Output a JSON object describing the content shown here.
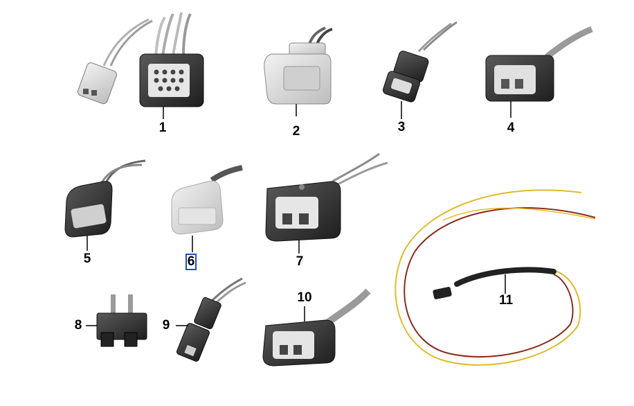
{
  "diagram": {
    "callouts": [
      {
        "id": "1",
        "label": "1"
      },
      {
        "id": "2",
        "label": "2"
      },
      {
        "id": "3",
        "label": "3"
      },
      {
        "id": "4",
        "label": "4"
      },
      {
        "id": "5",
        "label": "5"
      },
      {
        "id": "6",
        "label": "6",
        "selected": true
      },
      {
        "id": "7",
        "label": "7"
      },
      {
        "id": "8",
        "label": "8"
      },
      {
        "id": "9",
        "label": "9"
      },
      {
        "id": "10",
        "label": "10"
      },
      {
        "id": "11",
        "label": "11"
      }
    ],
    "colors": {
      "selection_outline": "#1c4fb8",
      "wire_yellow": "#e3b928",
      "wire_red": "#8a2a1a",
      "connector_dark": "#2b2b2b",
      "connector_light": "#d9d9d9"
    }
  }
}
